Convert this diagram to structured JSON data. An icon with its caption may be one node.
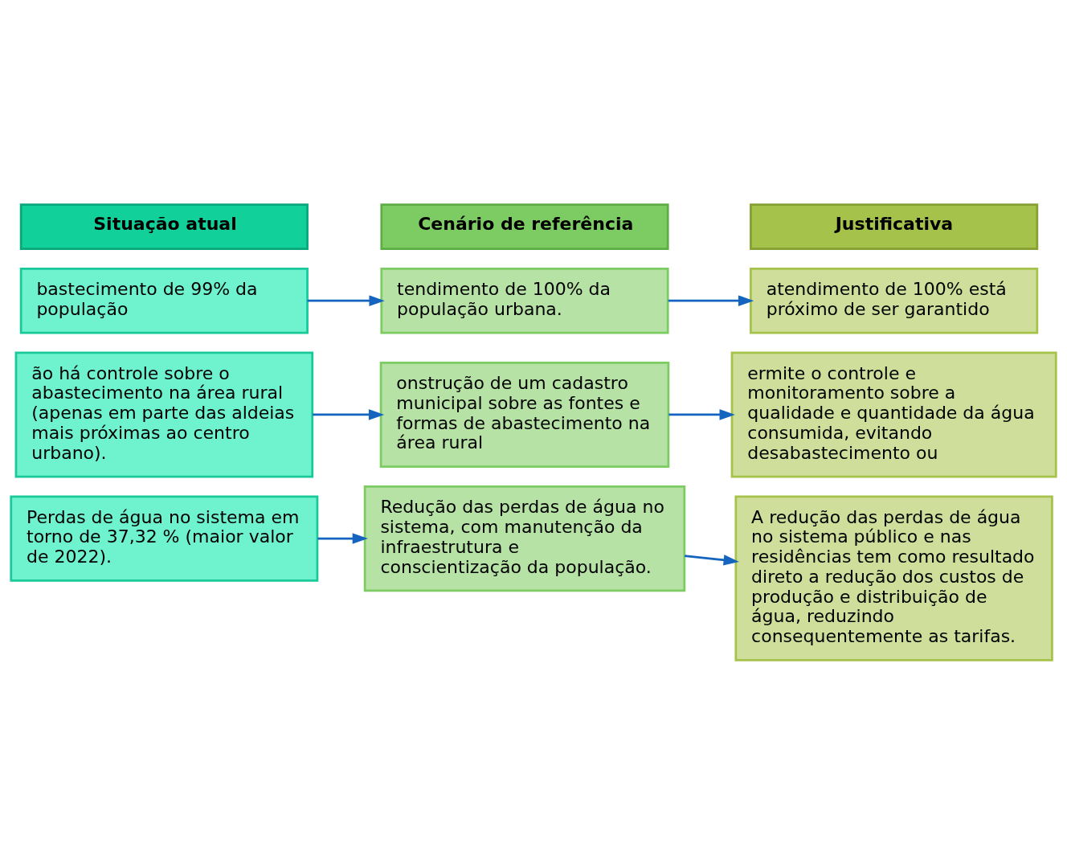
{
  "diagram": {
    "nodes": [
      {
        "text": [
          "Situação atual"
        ]
      },
      {
        "text": [
          "Cenário de referência"
        ]
      },
      {
        "text": [
          "Justificativa"
        ]
      },
      {
        "text": [
          "bastecimento de 99% da população"
        ]
      },
      {
        "text": [
          "ão há controle sobre o abastecimento na área rural (apenas em parte das aldeias mais próximas ao centro urbano)."
        ]
      },
      {
        "text": [
          "Perdas de água no sistema em torno de 37,32 % (maior valor de 2022)."
        ]
      },
      {
        "text": [
          "tendimento de 100% da população urbana."
        ]
      },
      {
        "text": [
          "onstrução de um cadastro municipal sobre as fontes e formas de abastecimento na área rural"
        ]
      },
      {
        "text": [
          "Redução das perdas de água no sistema, com manutenção da infraestrutura e conscientização da população."
        ]
      },
      {
        "text": [
          "atendimento de 100% está próximo de ser garantido"
        ]
      },
      {
        "text": [
          "ermite o controle e monitoramento sobre a qualidade e quantidade da água consumida, evitando desabastecimento ou"
        ]
      },
      {
        "text": [
          "A redução das perdas de água no sistema público e nas residências tem como resultado direto a redução dos custos de produção e distribuição de água, reduzindo consequentemente as tarifas."
        ]
      }
    ],
    "edges": [
      {
        "from": 3,
        "to": 6,
        "arrow": "to"
      },
      {
        "from": 4,
        "to": 7,
        "arrow": "to"
      },
      {
        "from": 5,
        "to": 8,
        "arrow": "to"
      },
      {
        "from": 6,
        "to": 9,
        "arrow": "to"
      },
      {
        "from": 7,
        "to": 10,
        "arrow": "to"
      },
      {
        "from": 8,
        "to": 11,
        "arrow": "to"
      }
    ]
  }
}
